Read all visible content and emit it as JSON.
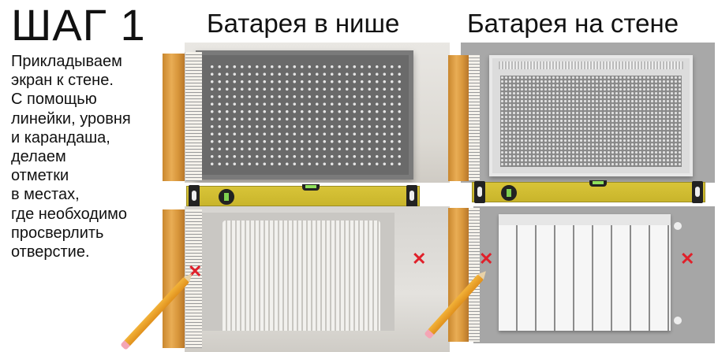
{
  "title": "ШАГ 1",
  "instructions": [
    "Прикладываем",
    "экран к стене.",
    "С помощью",
    "линейки, уровня",
    "и карандаша,",
    "делаем",
    "отметки",
    "в местах,",
    "где необходимо",
    "просверлить",
    "отверстие."
  ],
  "columns": [
    {
      "heading": "Батарея в нише"
    },
    {
      "heading": "Батарея на стене"
    }
  ],
  "marks": {
    "symbol": "✕"
  },
  "colors": {
    "mark": "#e0202a",
    "level": "#d8c438",
    "wood": "#e0a04a"
  }
}
